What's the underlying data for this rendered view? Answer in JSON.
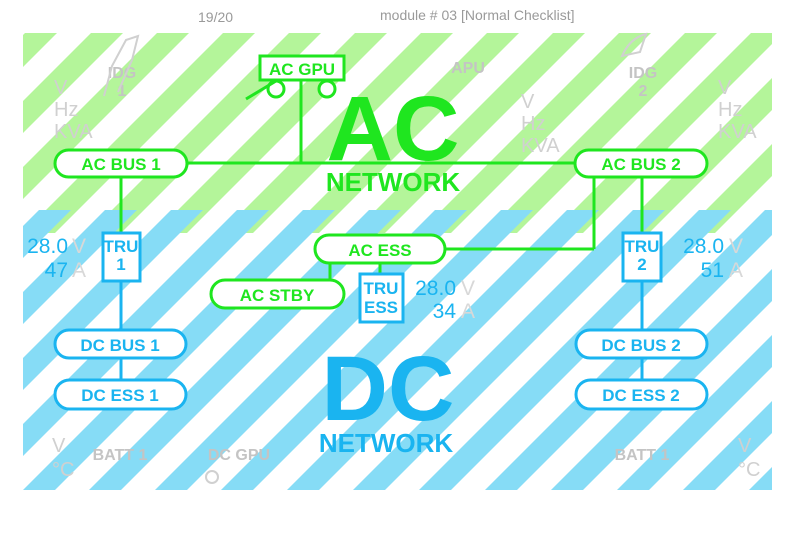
{
  "header": {
    "page": "19/20",
    "module": "module # 03 [Normal Checklist]"
  },
  "colors": {
    "ac": "#1fe61f",
    "dc": "#1ab4f0",
    "ac_stripe": "#b4f59a",
    "dc_stripe": "#86dcf6",
    "inactive": "#c8c8c8"
  },
  "title": {
    "ac_big": "AC",
    "ac_sub": "NETWORK",
    "dc_big": "DC",
    "dc_sub": "NETWORK"
  },
  "sources": {
    "idg1": {
      "line1": "IDG",
      "line2": "1"
    },
    "idg2": {
      "line1": "IDG",
      "line2": "2"
    },
    "apu": "APU",
    "ac_gpu": "AC GPU",
    "dc_gpu": "DC GPU",
    "batt_left": "BATT 1",
    "batt_right": "BATT 1"
  },
  "gen_units": {
    "v": "V",
    "hz": "Hz",
    "kva": "KVA",
    "celsius": "°C"
  },
  "buses": {
    "ac_bus_1": "AC BUS 1",
    "ac_bus_2": "AC BUS 2",
    "ac_ess": "AC ESS",
    "ac_stby": "AC STBY",
    "dc_bus_1": "DC BUS 1",
    "dc_bus_2": "DC BUS 2",
    "dc_ess_1": "DC ESS 1",
    "dc_ess_2": "DC ESS 2"
  },
  "trus": {
    "tru1": {
      "line1": "TRU",
      "line2": "1",
      "volts": "28.0",
      "amps": "47",
      "v_unit": "V",
      "a_unit": "A"
    },
    "tru2": {
      "line1": "TRU",
      "line2": "2",
      "volts": "28.0",
      "amps": "51",
      "v_unit": "V",
      "a_unit": "A"
    },
    "tru_ess": {
      "line1": "TRU",
      "line2": "ESS",
      "volts": "28.0",
      "amps": "34",
      "v_unit": "V",
      "a_unit": "A"
    }
  }
}
